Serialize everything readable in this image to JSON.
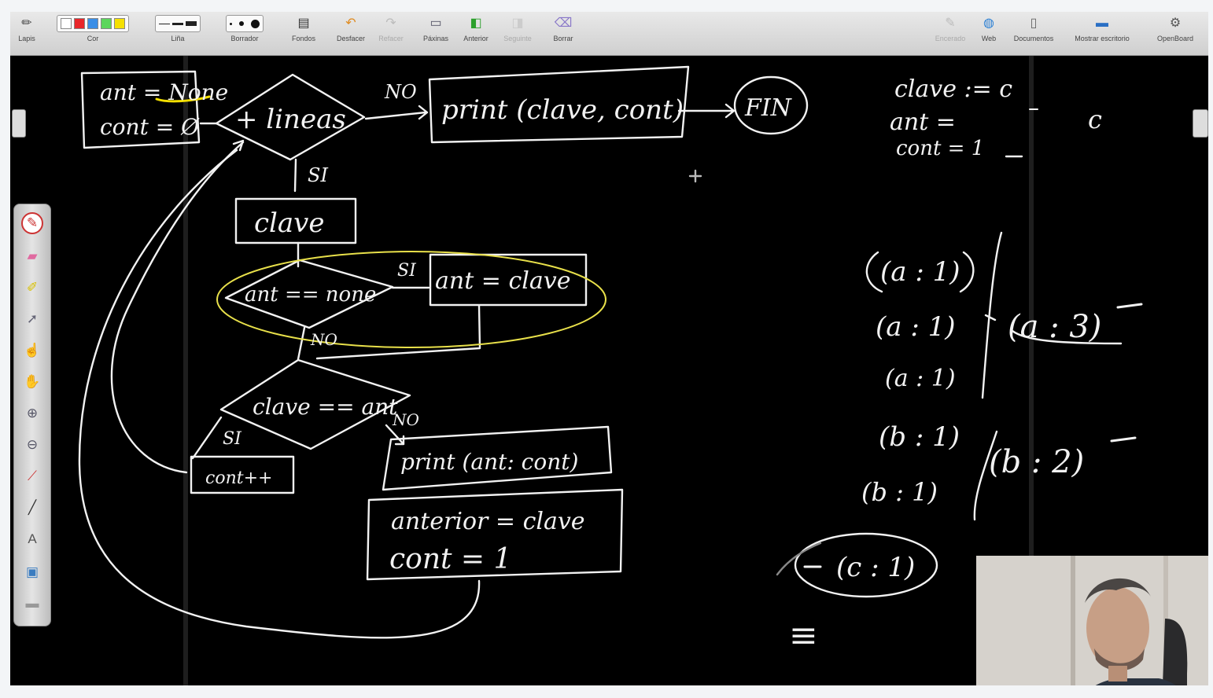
{
  "toolbar": {
    "left_tools": [
      {
        "label": "Lapis",
        "icon": "pencil-icon"
      },
      {
        "label": "Cor",
        "icon": "color-swatches"
      },
      {
        "label": "Liña",
        "icon": "line-widths"
      },
      {
        "label": "Borrador",
        "icon": "eraser-sizes"
      },
      {
        "label": "Fondos",
        "icon": "background-icon"
      },
      {
        "label": "Desfacer",
        "icon": "undo-icon"
      },
      {
        "label": "Refacer",
        "icon": "redo-icon"
      },
      {
        "label": "Páxinas",
        "icon": "pages-icon"
      },
      {
        "label": "Anterior",
        "icon": "previous-page-icon"
      },
      {
        "label": "Seguinte",
        "icon": "next-page-icon"
      },
      {
        "label": "Borrar",
        "icon": "clear-page-icon"
      }
    ],
    "right_tools": [
      {
        "label": "Encerado",
        "icon": "board-icon"
      },
      {
        "label": "Web",
        "icon": "globe-icon"
      },
      {
        "label": "Documentos",
        "icon": "documents-icon"
      },
      {
        "label": "Mostrar escritorio",
        "icon": "desktop-icon"
      },
      {
        "label": "OpenBoard",
        "icon": "settings-icon"
      }
    ],
    "colors": [
      "#ffffff",
      "#e8262a",
      "#3a8ee6",
      "#5cd65c",
      "#f5e000"
    ]
  },
  "board": {
    "flow": {
      "init_line1": "ant = None",
      "init_line2": "cont = Ø",
      "loop_cond": "+ lineas",
      "label_no_top": "NO",
      "print_final": "print (clave, cont)",
      "end": "FIN",
      "label_si_top": "SI",
      "read_box": "clave",
      "cond_none": "ant == none",
      "label_si_none": "SI",
      "assign_ant": "ant = clave",
      "label_no_none": "NO",
      "cond_equal": "clave == ant",
      "label_si_equal": "SI",
      "label_no_equal": "NO",
      "inc_box": "cont++",
      "print_ant": "print (ant: cont)",
      "update_line1": "anterior = clave",
      "update_line2": "cont = 1"
    },
    "state": {
      "line1": "clave := c",
      "line2": "ant =",
      "line3": "cont = 1",
      "side_value": "c"
    },
    "pairs": {
      "a1": "(a : 1)",
      "a2": "(a : 1)",
      "a3": "(a : 1)",
      "a_total": "(a : 3)",
      "b1": "(b : 1)",
      "b2": "(b : 1)",
      "b_total": "(b : 2)",
      "c1": "(c : 1)",
      "eq": "≡"
    }
  }
}
